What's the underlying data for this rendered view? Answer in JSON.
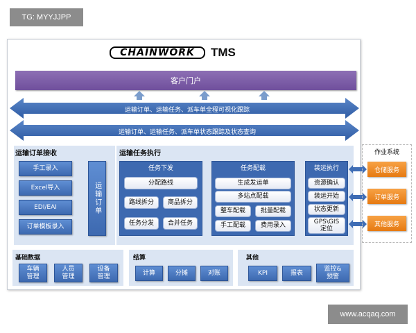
{
  "watermark_top": "TG: MYYJJPP",
  "watermark_bottom": "www.acqaq.com",
  "logo": {
    "brand": "CHAINWORK",
    "product": "TMS"
  },
  "portal": {
    "label": "客户门户"
  },
  "arrows": {
    "top": "运输订单、运输任务、派车单全程可视化跟踪",
    "bottom": "运输订单、运输任务、派车单状态跟踪及状态查询"
  },
  "order_receive": {
    "title": "运输订单接收",
    "items": [
      "手工录入",
      "Excel导入",
      "EDI/EAI",
      "订单模板录入"
    ],
    "vertical_label": "运输订单"
  },
  "execution": {
    "title": "运输任务执行",
    "dispatch": {
      "title": "任务下发",
      "items": [
        "分配路线",
        "路线拆分",
        "商品拆分",
        "任务分发",
        "合并任务"
      ]
    },
    "allocation": {
      "title": "任务配载",
      "items": [
        "生成发运单",
        "多站点配载",
        "整车配载",
        "批量配载",
        "手工配载",
        "费用录入"
      ]
    },
    "loading": {
      "title": "装运执行",
      "items": [
        "资源确认",
        "装运开始",
        "状态更新",
        "GPS\\GIS\n定位"
      ]
    }
  },
  "side_systems": {
    "title": "作业系统",
    "items": [
      "仓储服务",
      "订单服务",
      "其他服务"
    ]
  },
  "bottom": {
    "basic": {
      "title": "基础数据",
      "items": [
        "车辆\n管理",
        "人员\n管理",
        "设备\n管理"
      ]
    },
    "settlement": {
      "title": "结算",
      "items": [
        "计算",
        "分摊",
        "对账"
      ]
    },
    "other": {
      "title": "其他",
      "items": [
        "KPI",
        "报表",
        "监控&\n预警"
      ]
    }
  },
  "colors": {
    "portal": "#7a5aa6",
    "box_blue": "#3d69b0",
    "panel": "#dbe5f3",
    "arrow": "#3f6db5",
    "orange": "#f08a24"
  }
}
